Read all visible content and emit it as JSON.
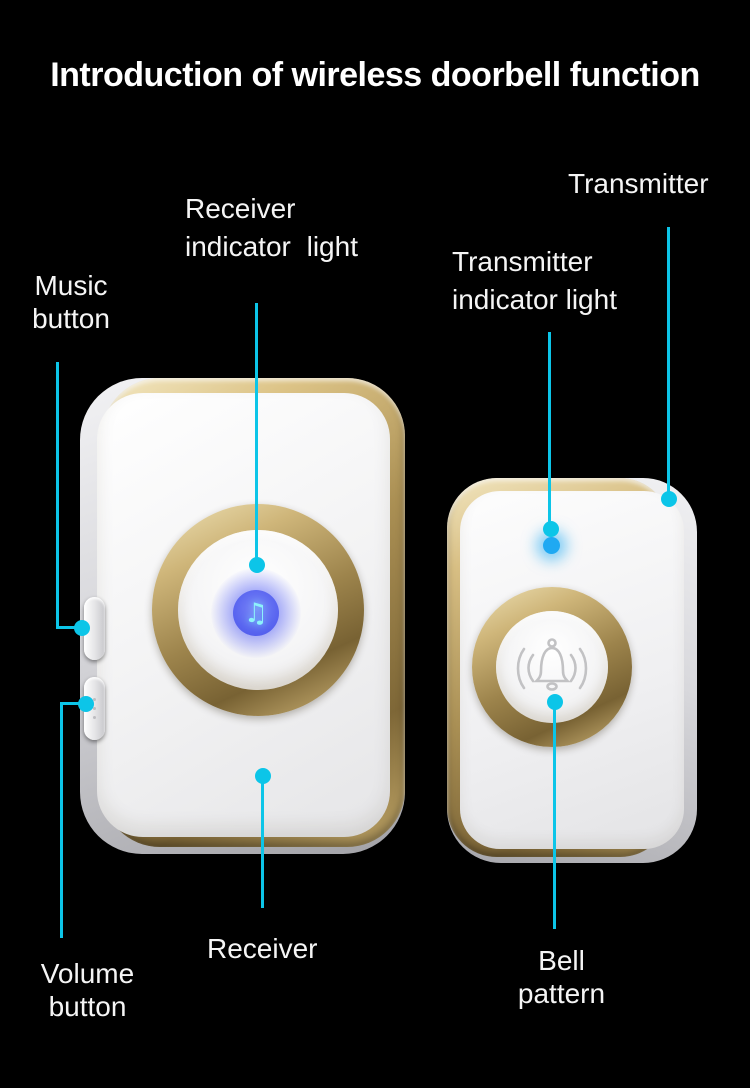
{
  "title": "Introduction of wireless doorbell function",
  "labels": {
    "receiver_indicator_light": {
      "line1": "Receiver",
      "line2": "indicator light"
    },
    "transmitter": {
      "text": "Transmitter"
    },
    "transmitter_indicator_light": {
      "line1": "Transmitter",
      "line2": "indicator light"
    },
    "music_button": {
      "line1": "Music",
      "line2": "button"
    },
    "volume_button": {
      "line1": "Volume",
      "line2": "button"
    },
    "receiver": {
      "text": "Receiver"
    },
    "bell_pattern": {
      "line1": "Bell",
      "line2": "pattern"
    }
  },
  "icons": {
    "music_note_glyph": "♫"
  },
  "colors": {
    "background": "#000000",
    "callout_cyan": "#0cc5e8",
    "label_text": "#f5f5f5",
    "gold_light": "#e8d7a6",
    "gold_mid": "#b99f63",
    "gold_dark": "#7c6638",
    "silver_side": "#c9c9cd",
    "receiver_led_blue": "#5a66f0",
    "receiver_led_note": "#8df2fb",
    "transmitter_led_blue": "#1fa9f2"
  }
}
